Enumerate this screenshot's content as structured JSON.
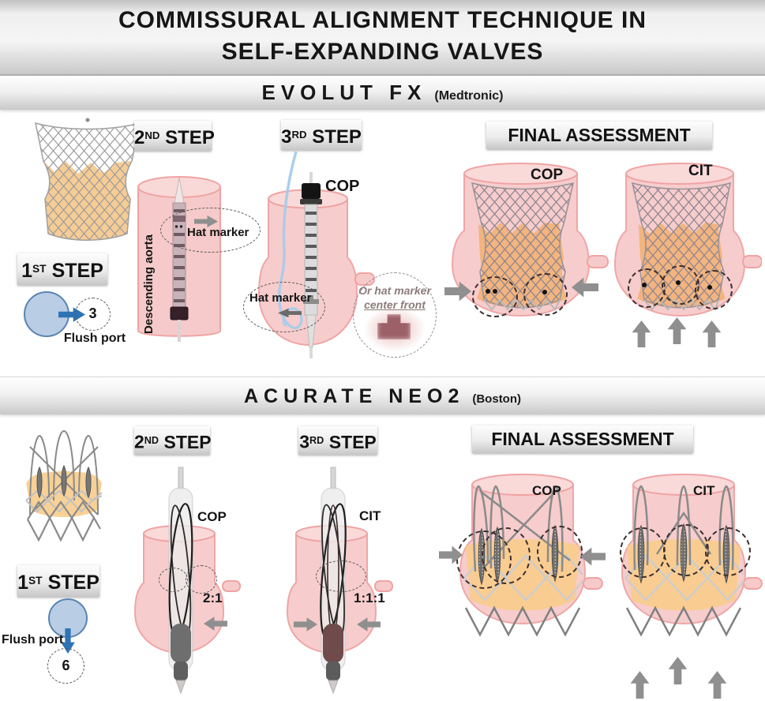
{
  "title": {
    "line1": "COMMISSURAL ALIGNMENT TECHNIQUE IN",
    "line2": "SELF-EXPANDING VALVES"
  },
  "evolut": {
    "name": "EVOLUT FX",
    "maker": "(Medtronic)",
    "step1": {
      "num": "1",
      "ord": "ST",
      "word": "STEP"
    },
    "step2": {
      "num": "2",
      "ord": "ND",
      "word": "STEP"
    },
    "step3": {
      "num": "3",
      "ord": "RD",
      "word": "STEP"
    },
    "flush_label": "Flush port",
    "flush_value": "3",
    "aorta_label": "Descending aorta",
    "hat_marker_step2": "Hat marker",
    "hat_marker_step3": "Hat marker",
    "cop_cap_label": "COP",
    "alt_marker_line1": "Or hat marker",
    "alt_marker_line2": "center front",
    "final_title": "FINAL ASSESSMENT",
    "final_left_label": "COP",
    "final_right_label": "CIT"
  },
  "acurate": {
    "name": "ACURATE NEO2",
    "maker": "(Boston)",
    "step1": {
      "num": "1",
      "ord": "ST",
      "word": "STEP"
    },
    "step2": {
      "num": "2",
      "ord": "ND",
      "word": "STEP"
    },
    "step3": {
      "num": "3",
      "ord": "RD",
      "word": "STEP"
    },
    "flush_label": "Flush port",
    "flush_value": "6",
    "step2_label": "COP",
    "step2_ratio": "2:1",
    "step3_label": "CIT",
    "step3_ratio": "1:1:1",
    "final_title": "FINAL ASSESSMENT",
    "final_left_label": "COP",
    "final_right_label": "CIT"
  },
  "colors": {
    "root_pink": "#f7caca",
    "root_stroke": "#efa3a3",
    "skirt_orange": "#f5c98f",
    "flush_fill": "#b9cde5",
    "flush_stroke": "#5b84b1",
    "arrow_blue": "#2e74b5",
    "arrow_gray": "#8f8f8f",
    "mesh_gray": "#9b9b9b"
  }
}
